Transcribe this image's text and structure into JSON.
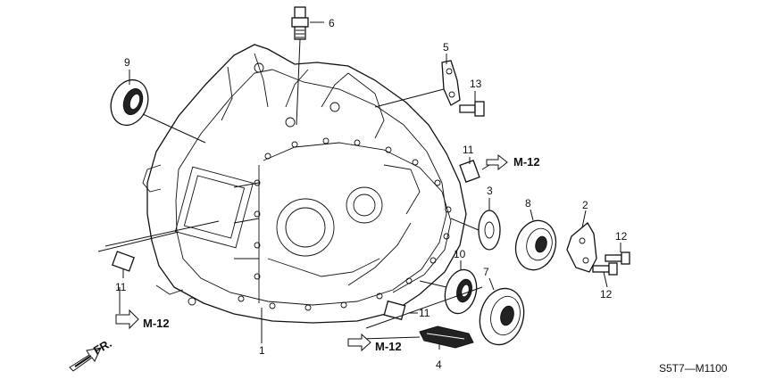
{
  "callouts": [
    {
      "id": "c1",
      "text": "1"
    },
    {
      "id": "c2",
      "text": "2"
    },
    {
      "id": "c3",
      "text": "3"
    },
    {
      "id": "c4",
      "text": "4"
    },
    {
      "id": "c5",
      "text": "5"
    },
    {
      "id": "c6",
      "text": "6"
    },
    {
      "id": "c7",
      "text": "7"
    },
    {
      "id": "c8",
      "text": "8"
    },
    {
      "id": "c9",
      "text": "9"
    },
    {
      "id": "c10",
      "text": "10"
    },
    {
      "id": "c11a",
      "text": "11"
    },
    {
      "id": "c11b",
      "text": "11"
    },
    {
      "id": "c11c",
      "text": "11"
    },
    {
      "id": "c12a",
      "text": "12"
    },
    {
      "id": "c12b",
      "text": "12"
    },
    {
      "id": "c13",
      "text": "13"
    }
  ],
  "refs": {
    "m12": "M-12"
  },
  "direction": "FR.",
  "diagram_code": "S5T7—M1100"
}
